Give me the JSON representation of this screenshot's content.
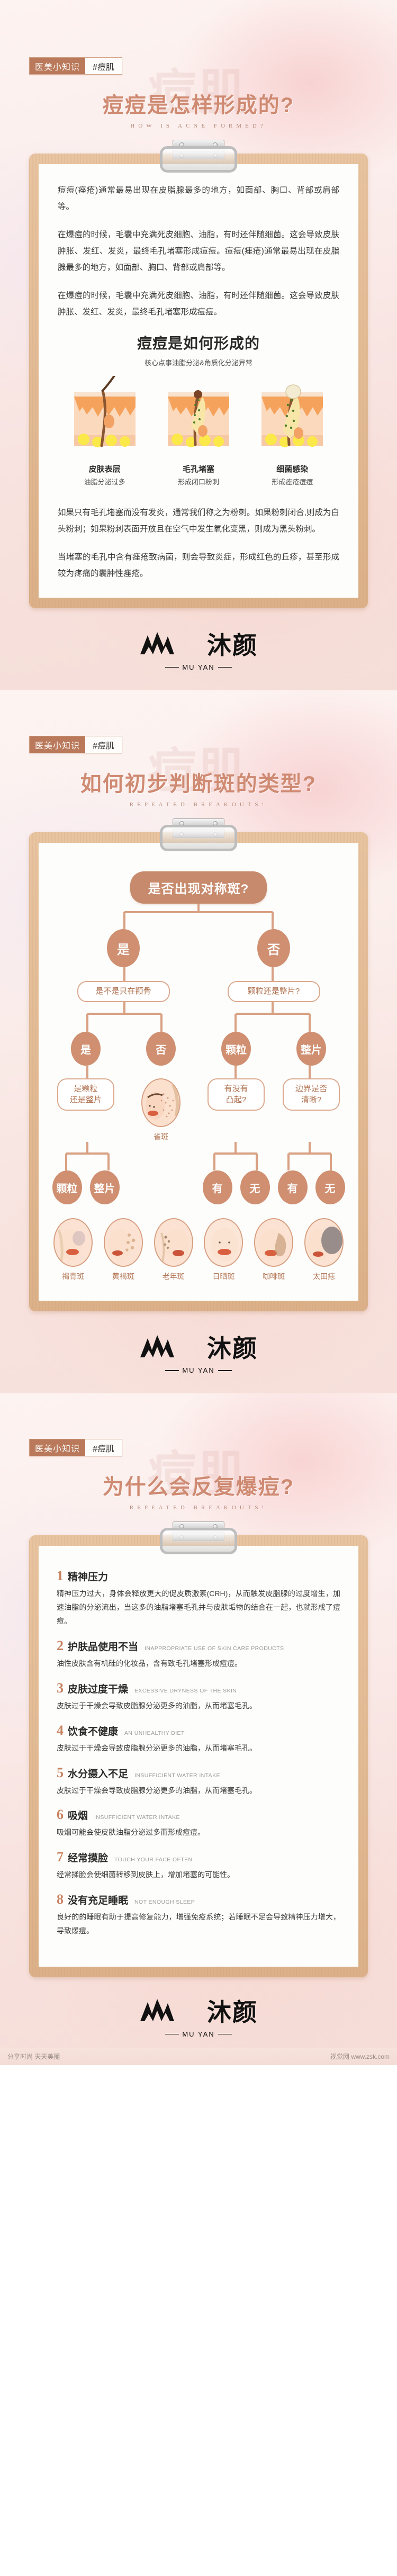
{
  "brand": {
    "cn": "沐颜",
    "en": "MU YAN"
  },
  "sections": [
    {
      "tag_left": "医美小知识",
      "tag_right": "#痘肌",
      "title": "痘痘是怎样形成的?",
      "subtitle": "HOW IS ACNE FORMED?",
      "ghost": "痘肌",
      "paragraphs_top": [
        "痘痘(痤疮)通常最易出现在皮脂腺最多的地方，如面部、胸口、背部或肩部等。",
        "在爆痘的时候，毛囊中充满死皮细胞、油脂，有时还伴随细菌。这会导致皮肤肿胀、发红、发炎，最终毛孔堵塞形成痘痘。痘痘(痤疮)通常最易出现在皮脂腺最多的地方，如面部、胸口、背部或肩部等。",
        "在爆痘的时候，毛囊中充满死皮细胞、油脂，有时还伴随细菌。这会导致皮肤肿胀、发红、发炎，最终毛孔堵塞形成痘痘。"
      ],
      "diagram": {
        "title": "痘痘是如何形成的",
        "subtitle": "核心点事油脂分泌&角质化分泌异常",
        "steps": [
          {
            "label": "皮肤表层",
            "sub": "油脂分泌过多"
          },
          {
            "label": "毛孔堵塞",
            "sub": "形成闭口粉刺"
          },
          {
            "label": "细菌感染",
            "sub": "形成痤疮痘痘"
          }
        ]
      },
      "paragraphs_bottom": [
        "如果只有毛孔堵塞而没有发炎，通常我们称之为粉刺。如果粉刺闭合,则成为白头粉刺；如果粉刺表面开放且在空气中发生氧化变黑，则成为黑头粉刺。",
        "当堵塞的毛孔中含有痤疮致病菌，则会导致炎症，形成红色的丘疹，甚至形成较为疼痛的囊肿性痤疮。"
      ]
    },
    {
      "tag_left": "医美小知识",
      "tag_right": "#痘肌",
      "title": "如何初步判断斑的类型?",
      "subtitle": "REPEATED BREAKOUTS!",
      "ghost": "痘肌",
      "flow": {
        "root": "是否出现对称斑?",
        "level1": [
          {
            "answer": "是",
            "question": "是不是只在颧骨"
          },
          {
            "answer": "否",
            "question": "颗粒还是整片?"
          }
        ],
        "level2": [
          "是",
          "否",
          "颗粒",
          "整片"
        ],
        "level3": [
          {
            "question": "是颗粒\n还是整片",
            "answers": [
              "颗粒",
              "整片"
            ]
          },
          {
            "image_label": "雀斑"
          },
          {
            "question": "有没有\n凸起?",
            "answers": [
              "有",
              "无"
            ]
          },
          {
            "question": "边界是否\n清晰?",
            "answers": [
              "有",
              "无"
            ]
          }
        ],
        "results": [
          "褐青斑",
          "黄褐斑",
          "老年斑",
          "日晒斑",
          "咖啡斑",
          "太田痣"
        ]
      }
    },
    {
      "tag_left": "医美小知识",
      "tag_right": "#痘肌",
      "title": "为什么会反复爆痘?",
      "subtitle": "REPEATED BREAKOUTS!",
      "ghost": "痘肌",
      "reasons": [
        {
          "num": "1",
          "title": "精神压力",
          "en": "",
          "body": "精神压力过大，身体会释放更大的促皮质激素(CRH)，从而触发皮脂腺的过度增生，加速油脂的分泌流出，当这多的油脂堵塞毛孔并与皮肤垢物的结合在一起，也就形成了痘痘。"
        },
        {
          "num": "2",
          "title": "护肤品使用不当",
          "en": "INAPPROPRIATE USE OF SKIN CARE PRODUCTS",
          "body": "油性皮肤含有机硅的化妆品，含有致毛孔堵塞形成痘痘。"
        },
        {
          "num": "3",
          "title": "皮肤过度干燥",
          "en": "EXCESSIVE DRYNESS OF THE SKIN",
          "body": "皮肤过于干燥会导致皮脂腺分泌更多的油脂，从而堵塞毛孔。"
        },
        {
          "num": "4",
          "title": "饮食不健康",
          "en": "AN UNHEALTHY DIET",
          "body": "皮肤过于干燥会导致皮脂腺分泌更多的油脂，从而堵塞毛孔。"
        },
        {
          "num": "5",
          "title": "水分摄入不足",
          "en": "INSUFFICIENT WATER INTAKE",
          "body": "皮肤过于干燥会导致皮脂腺分泌更多的油脂，从而堵塞毛孔。"
        },
        {
          "num": "6",
          "title": "吸烟",
          "en": "INSUFFICIENT WATER INTAKE",
          "body": "吸烟可能会使皮肤油脂分泌过多而形成痘痘。"
        },
        {
          "num": "7",
          "title": "经常摸脸",
          "en": "TOUCH YOUR FACE OFTEN",
          "body": "经常揉脸会使细菌转移到皮肤上，增加堵塞的可能性。"
        },
        {
          "num": "8",
          "title": "没有充足睡眠",
          "en": "NOT ENOUGH SLEEP",
          "body": "良好的的睡眠有助于提高修复能力，增强免疫系统；若睡眠不足会导致精神压力增大，导致爆痘。"
        }
      ]
    }
  ],
  "footer": {
    "left": "分享时尚 天天美丽",
    "right": "视觉网 www.zsk.com"
  }
}
